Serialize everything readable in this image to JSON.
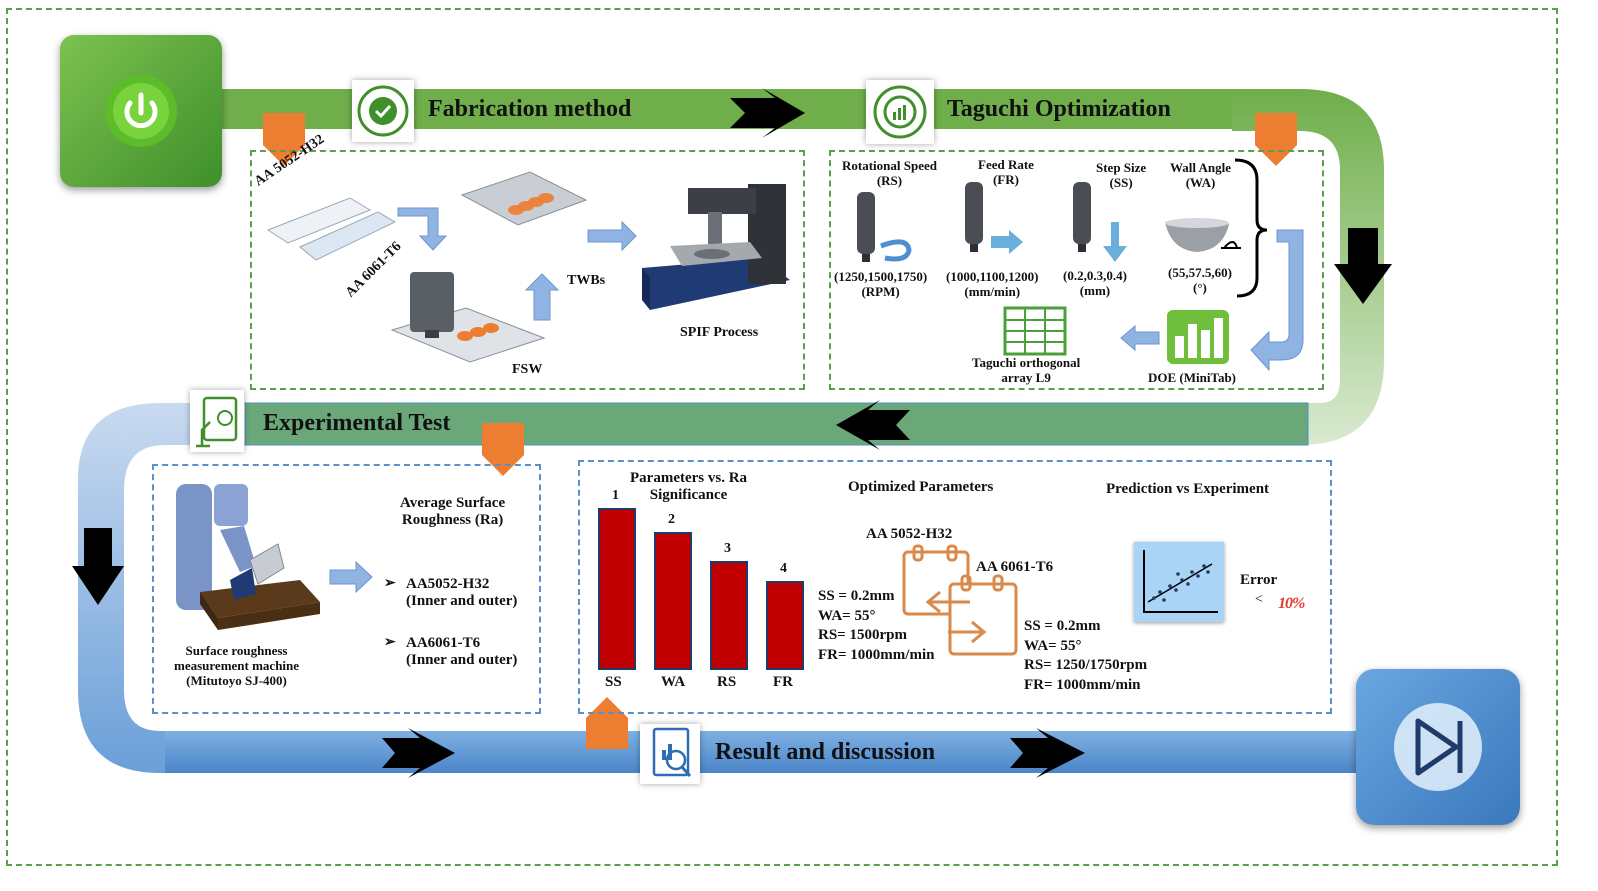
{
  "colors": {
    "green_band": "#6fae4a",
    "green_start": "#5aa83a",
    "blue_band": "#5b9bd5",
    "blue_end": "#4f8fd1",
    "orange": "#ed7d31",
    "red_bar": "#c00000",
    "teal_band": "#6aa87a"
  },
  "icons": [
    "power-icon",
    "gear-check-icon",
    "gear-chart-icon",
    "clipboard-microscope-icon",
    "report-magnifier-icon",
    "skip-forward-icon",
    "spreadsheet-icon",
    "bar-chart-icon",
    "calendar-swap-icon",
    "scatter-plot-icon"
  ],
  "stages": {
    "fabrication": "Fabrication method",
    "taguchi": "Taguchi Optimization",
    "experimental": "Experimental Test",
    "result": "Result and discussion"
  },
  "fabrication": {
    "aa5052": "AA 5052-H32",
    "aa6061": "AA 6061-T6",
    "twbs": "TWBs",
    "fsw": "FSW",
    "spif": "SPIF Process"
  },
  "taguchi": {
    "rs_label": "Rotational Speed",
    "rs_abbr": "(RS)",
    "fr_label": "Feed Rate",
    "fr_abbr": "(FR)",
    "ss_label": "Step Size",
    "ss_abbr": "(SS)",
    "wa_label": "Wall Angle",
    "wa_abbr": "(WA)",
    "rs_values": "(1250,1500,1750)",
    "rs_unit": "(RPM)",
    "fr_values": "(1000,1100,1200)",
    "fr_unit": "(mm/min)",
    "ss_values": "(0.2,0.3,0.4)",
    "ss_unit": "(mm)",
    "wa_values": "(55,57.5,60)",
    "wa_unit": "(°)",
    "array_line1": "Taguchi orthogonal",
    "array_line2": "array L9",
    "doe": "DOE (MiniTab)"
  },
  "experimental": {
    "machine_line1": "Surface roughness",
    "machine_line2": "measurement machine",
    "machine_line3": "(Mitutoyo SJ-400)",
    "ra_line1": "Average Surface",
    "ra_line2": "Roughness (Ra)",
    "item1_line1": "AA5052-H32",
    "item1_line2": "(Inner and outer)",
    "item2_line1": "AA6061-T6",
    "item2_line2": "(Inner and outer)"
  },
  "results": {
    "sig_title_line1": "Parameters vs. Ra",
    "sig_title_line2": "Significance",
    "opt_title": "Optimized Parameters",
    "pred_title": "Prediction vs Experiment",
    "opt_aa5052": "AA 5052-H32",
    "opt_aa6061": "AA 6061-T6",
    "set1": [
      "SS = 0.2mm",
      "WA= 55°",
      "RS= 1500rpm",
      "FR= 1000mm/min"
    ],
    "set2": [
      "SS = 0.2mm",
      "WA= 55°",
      "RS= 1250/1750rpm",
      "FR= 1000mm/min"
    ],
    "error_label": "Error",
    "error_lt": "<",
    "error_value": "10%"
  },
  "chart_data": {
    "type": "bar",
    "categories": [
      "SS",
      "WA",
      "RS",
      "FR"
    ],
    "ranks": [
      "1",
      "2",
      "3",
      "4"
    ],
    "values": [
      4,
      3.4,
      2.7,
      2.2
    ]
  }
}
